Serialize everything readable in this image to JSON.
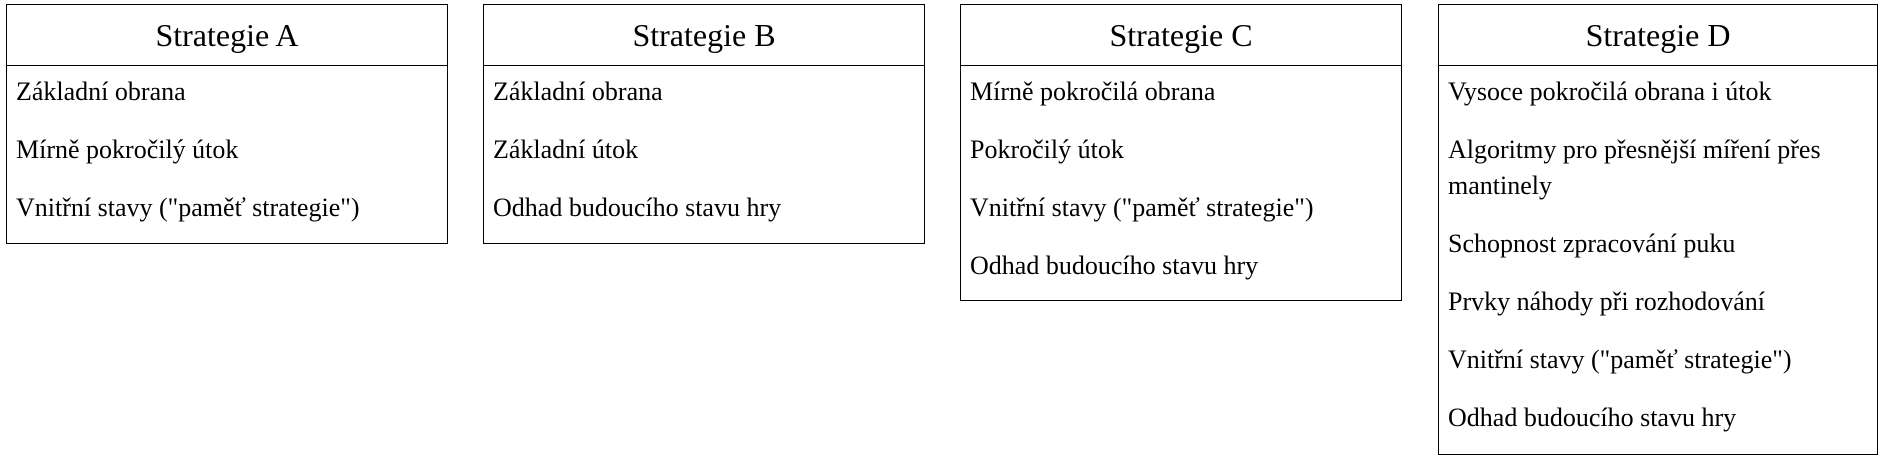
{
  "strategies": [
    {
      "title": "Strategie A",
      "items": [
        "Základní obrana",
        "Mírně pokročilý útok",
        "Vnitřní stavy (\"paměť strategie\")"
      ]
    },
    {
      "title": "Strategie B",
      "items": [
        "Základní obrana",
        "Základní útok",
        "Odhad budoucího stavu hry"
      ]
    },
    {
      "title": "Strategie C",
      "items": [
        "Mírně pokročilá obrana",
        "Pokročilý útok",
        "Vnitřní stavy (\"paměť strategie\")",
        "Odhad budoucího stavu hry"
      ]
    },
    {
      "title": "Strategie D",
      "items": [
        "Vysoce pokročilá obrana i útok",
        "Algoritmy pro přesnější míření přes mantinely",
        "Schopnost zpracování puku",
        "Prvky náhody při rozhodování",
        "Vnitřní stavy (\"paměť strategie\")",
        "Odhad budoucího stavu hry"
      ]
    }
  ]
}
